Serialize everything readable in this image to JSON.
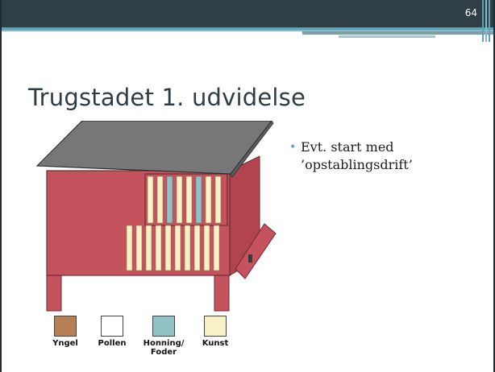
{
  "slide": {
    "page_number": "64",
    "title": "Trugstadet 1. udvidelse",
    "bullets": [
      {
        "lines": [
          "Evt. start med",
          "’opstablingsdrift’"
        ]
      }
    ]
  },
  "legend": [
    {
      "label": "Yngel",
      "color": "#b87f55"
    },
    {
      "label": "Pollen",
      "color": "#ffffff"
    },
    {
      "label": "Honning/\nFoder",
      "color": "#92c3c4"
    },
    {
      "label": "Kunst",
      "color": "#f8f1c6"
    }
  ],
  "colors": {
    "header": "#2f3f45",
    "accent": "#5aa3b8",
    "hive_body": "#c4535e",
    "hive_roof": "#777777",
    "frame_light": "#f8f1c6",
    "frame_blue": "#92c3c4",
    "frame_wood": "#b87f55"
  },
  "icons": [
    "beehive-illustration"
  ]
}
